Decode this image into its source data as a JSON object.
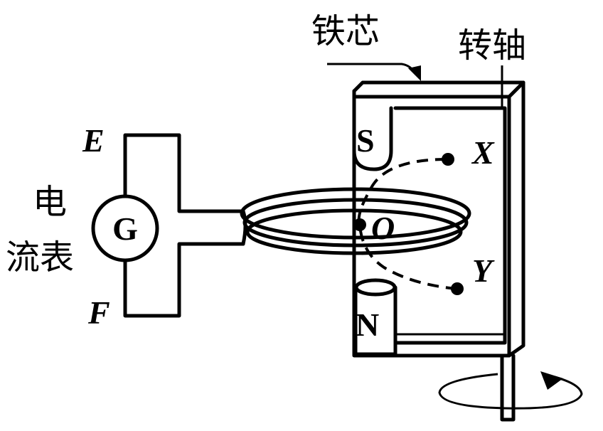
{
  "labels": {
    "iron_core": "铁芯",
    "shaft": "转轴",
    "meter_line1": "电",
    "meter_line2": "流表",
    "terminal_e": "E",
    "terminal_f": "F",
    "galvanometer": "G",
    "pole_s": "S",
    "pole_n": "N",
    "point_x": "X",
    "point_o": "O",
    "point_y": "Y"
  },
  "colors": {
    "stroke": "#000000",
    "background": "#ffffff"
  }
}
